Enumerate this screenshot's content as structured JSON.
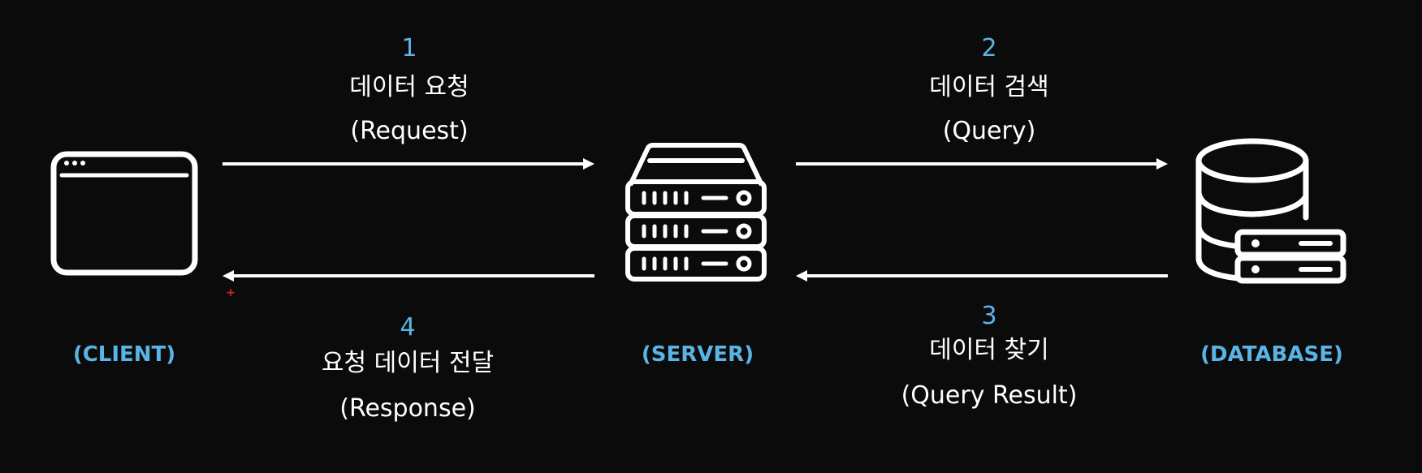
{
  "colors": {
    "background": "#0b0b0b",
    "accent": "#5ab4e6",
    "stroke": "#ffffff",
    "cursor_mark": "#e02020"
  },
  "nodes": {
    "client": {
      "label": "(CLIENT)",
      "icon": "browser-window-icon"
    },
    "server": {
      "label": "(SERVER)",
      "icon": "server-rack-icon"
    },
    "database": {
      "label": "(DATABASE)",
      "icon": "database-icon"
    }
  },
  "steps": [
    {
      "number": "1",
      "title": "데이터 요청",
      "subtitle": "(Request)"
    },
    {
      "number": "2",
      "title": "데이터 검색",
      "subtitle": "(Query)"
    },
    {
      "number": "3",
      "title": "데이터 찾기",
      "subtitle": "(Query Result)"
    },
    {
      "number": "4",
      "title": "요청 데이터 전달",
      "subtitle": "(Response)"
    }
  ]
}
